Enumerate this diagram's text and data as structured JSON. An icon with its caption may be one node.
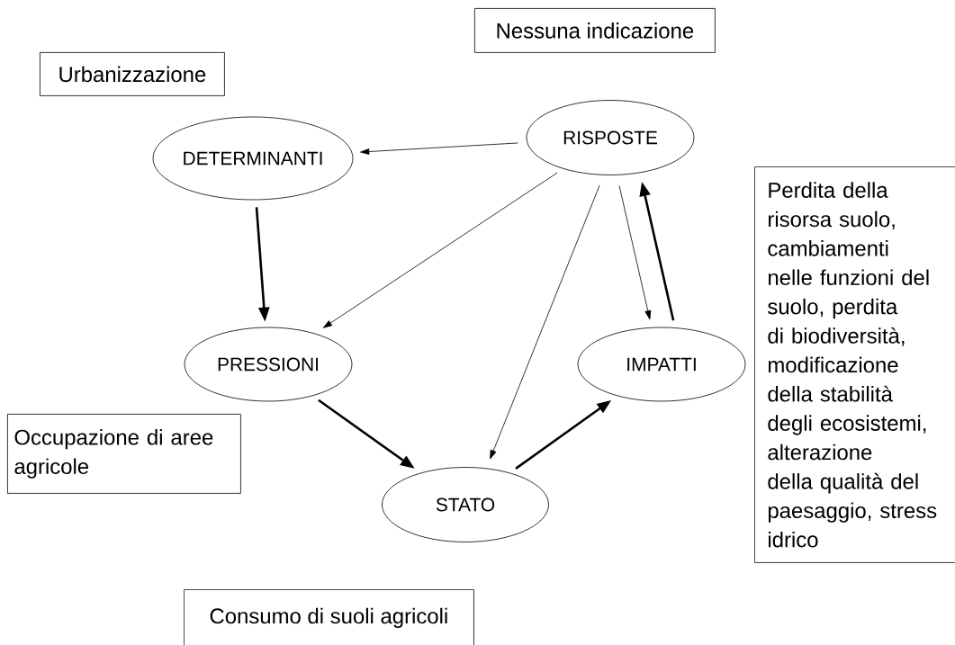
{
  "diagram": {
    "nodes": [
      {
        "text": [
          "Nessuna indicazione"
        ]
      },
      {
        "text": [
          "Urbanizzazione"
        ]
      },
      {
        "text": [
          "RISPOSTE"
        ]
      },
      {
        "text": [
          "DETERMINANTI"
        ]
      },
      {
        "text": [
          "Perdita della risorsa suolo, cambiamenti nelle funzioni del suolo, perdita di biodiversità, modificazione della stabilità degli ecosistemi, alterazione della qualità del paesaggio, stress idrico"
        ]
      },
      {
        "text": [
          "PRESSIONI"
        ]
      },
      {
        "text": [
          "IMPATTI"
        ]
      },
      {
        "text": [
          "Occupazione di aree agricole"
        ]
      },
      {
        "text": [
          "STATO"
        ]
      },
      {
        "text": [
          "Consumo di suoli agricoli"
        ]
      }
    ],
    "edges": [
      {
        "from": 2,
        "to": 3,
        "arrow": "to"
      },
      {
        "from": 3,
        "to": 5,
        "arrow": "to",
        "style": "thick"
      },
      {
        "from": 2,
        "to": 5,
        "arrow": "to"
      },
      {
        "from": 2,
        "to": 8,
        "arrow": "to"
      },
      {
        "from": 2,
        "to": 6,
        "arrow": "to"
      },
      {
        "from": 6,
        "to": 2,
        "arrow": "to",
        "style": "thick"
      },
      {
        "from": 5,
        "to": 8,
        "arrow": "to",
        "style": "thick"
      },
      {
        "from": 8,
        "to": 6,
        "arrow": "to",
        "style": "thick"
      }
    ]
  }
}
